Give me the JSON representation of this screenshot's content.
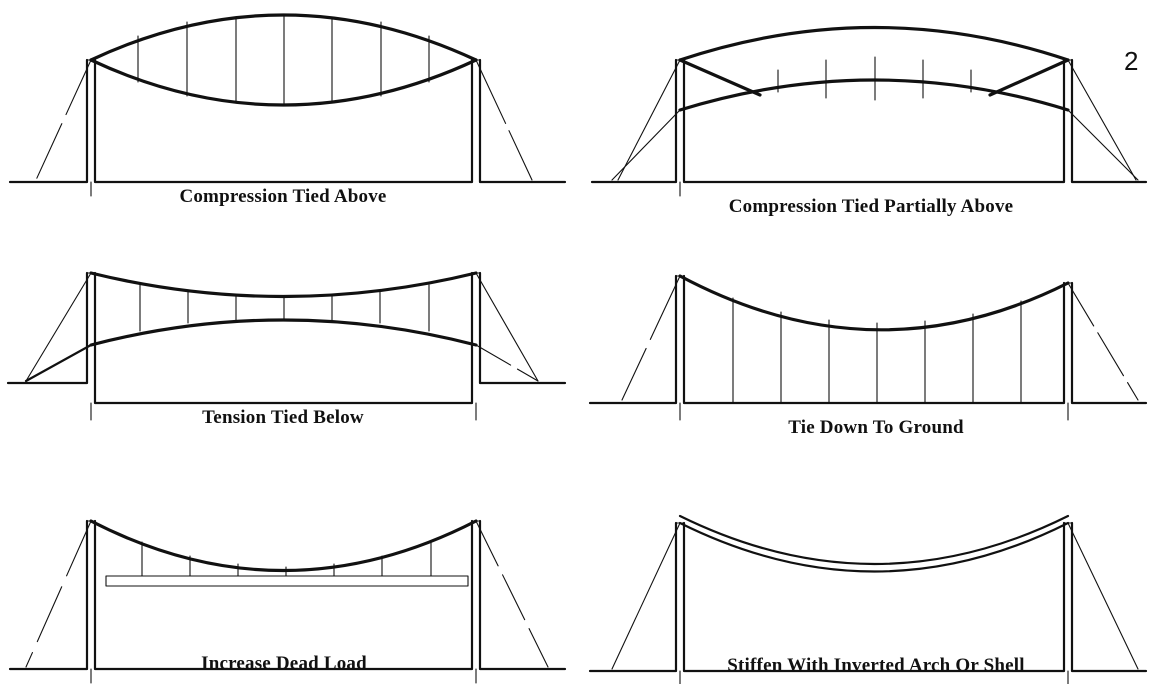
{
  "page_number": "2",
  "diagrams": [
    {
      "caption": "Compression Tied Above"
    },
    {
      "caption": "Compression Tied Partially Above"
    },
    {
      "caption": "Tension Tied Below"
    },
    {
      "caption": "Tie Down To Ground"
    },
    {
      "caption": "Increase Dead Load"
    },
    {
      "caption": "Stiffen With Inverted Arch Or Shell"
    }
  ]
}
